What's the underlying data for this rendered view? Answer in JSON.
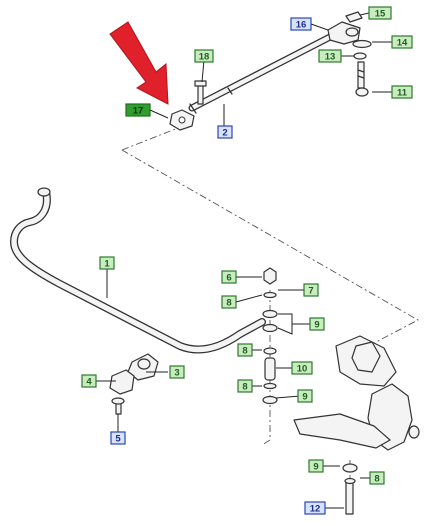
{
  "callouts": {
    "c1": "1",
    "c2": "2",
    "c3": "3",
    "c4": "4",
    "c5": "5",
    "c6": "6",
    "c7": "7",
    "c8a": "8",
    "c8b": "8",
    "c8c": "8",
    "c8d": "8",
    "c9a": "9",
    "c9b": "9",
    "c9c": "9",
    "c10": "10",
    "c11": "11",
    "c12": "12",
    "c13": "13",
    "c14": "14",
    "c15": "15",
    "c16": "16",
    "c17": "17",
    "c18": "18"
  },
  "colors": {
    "arrow": "#e0202a",
    "label_green_fill": "#c8ecc0",
    "label_green_border": "#2c7a2c",
    "label_blue_fill": "#d8e2fb",
    "label_blue_border": "#2a46b8",
    "label_highlight_fill": "#2f9e2f"
  }
}
